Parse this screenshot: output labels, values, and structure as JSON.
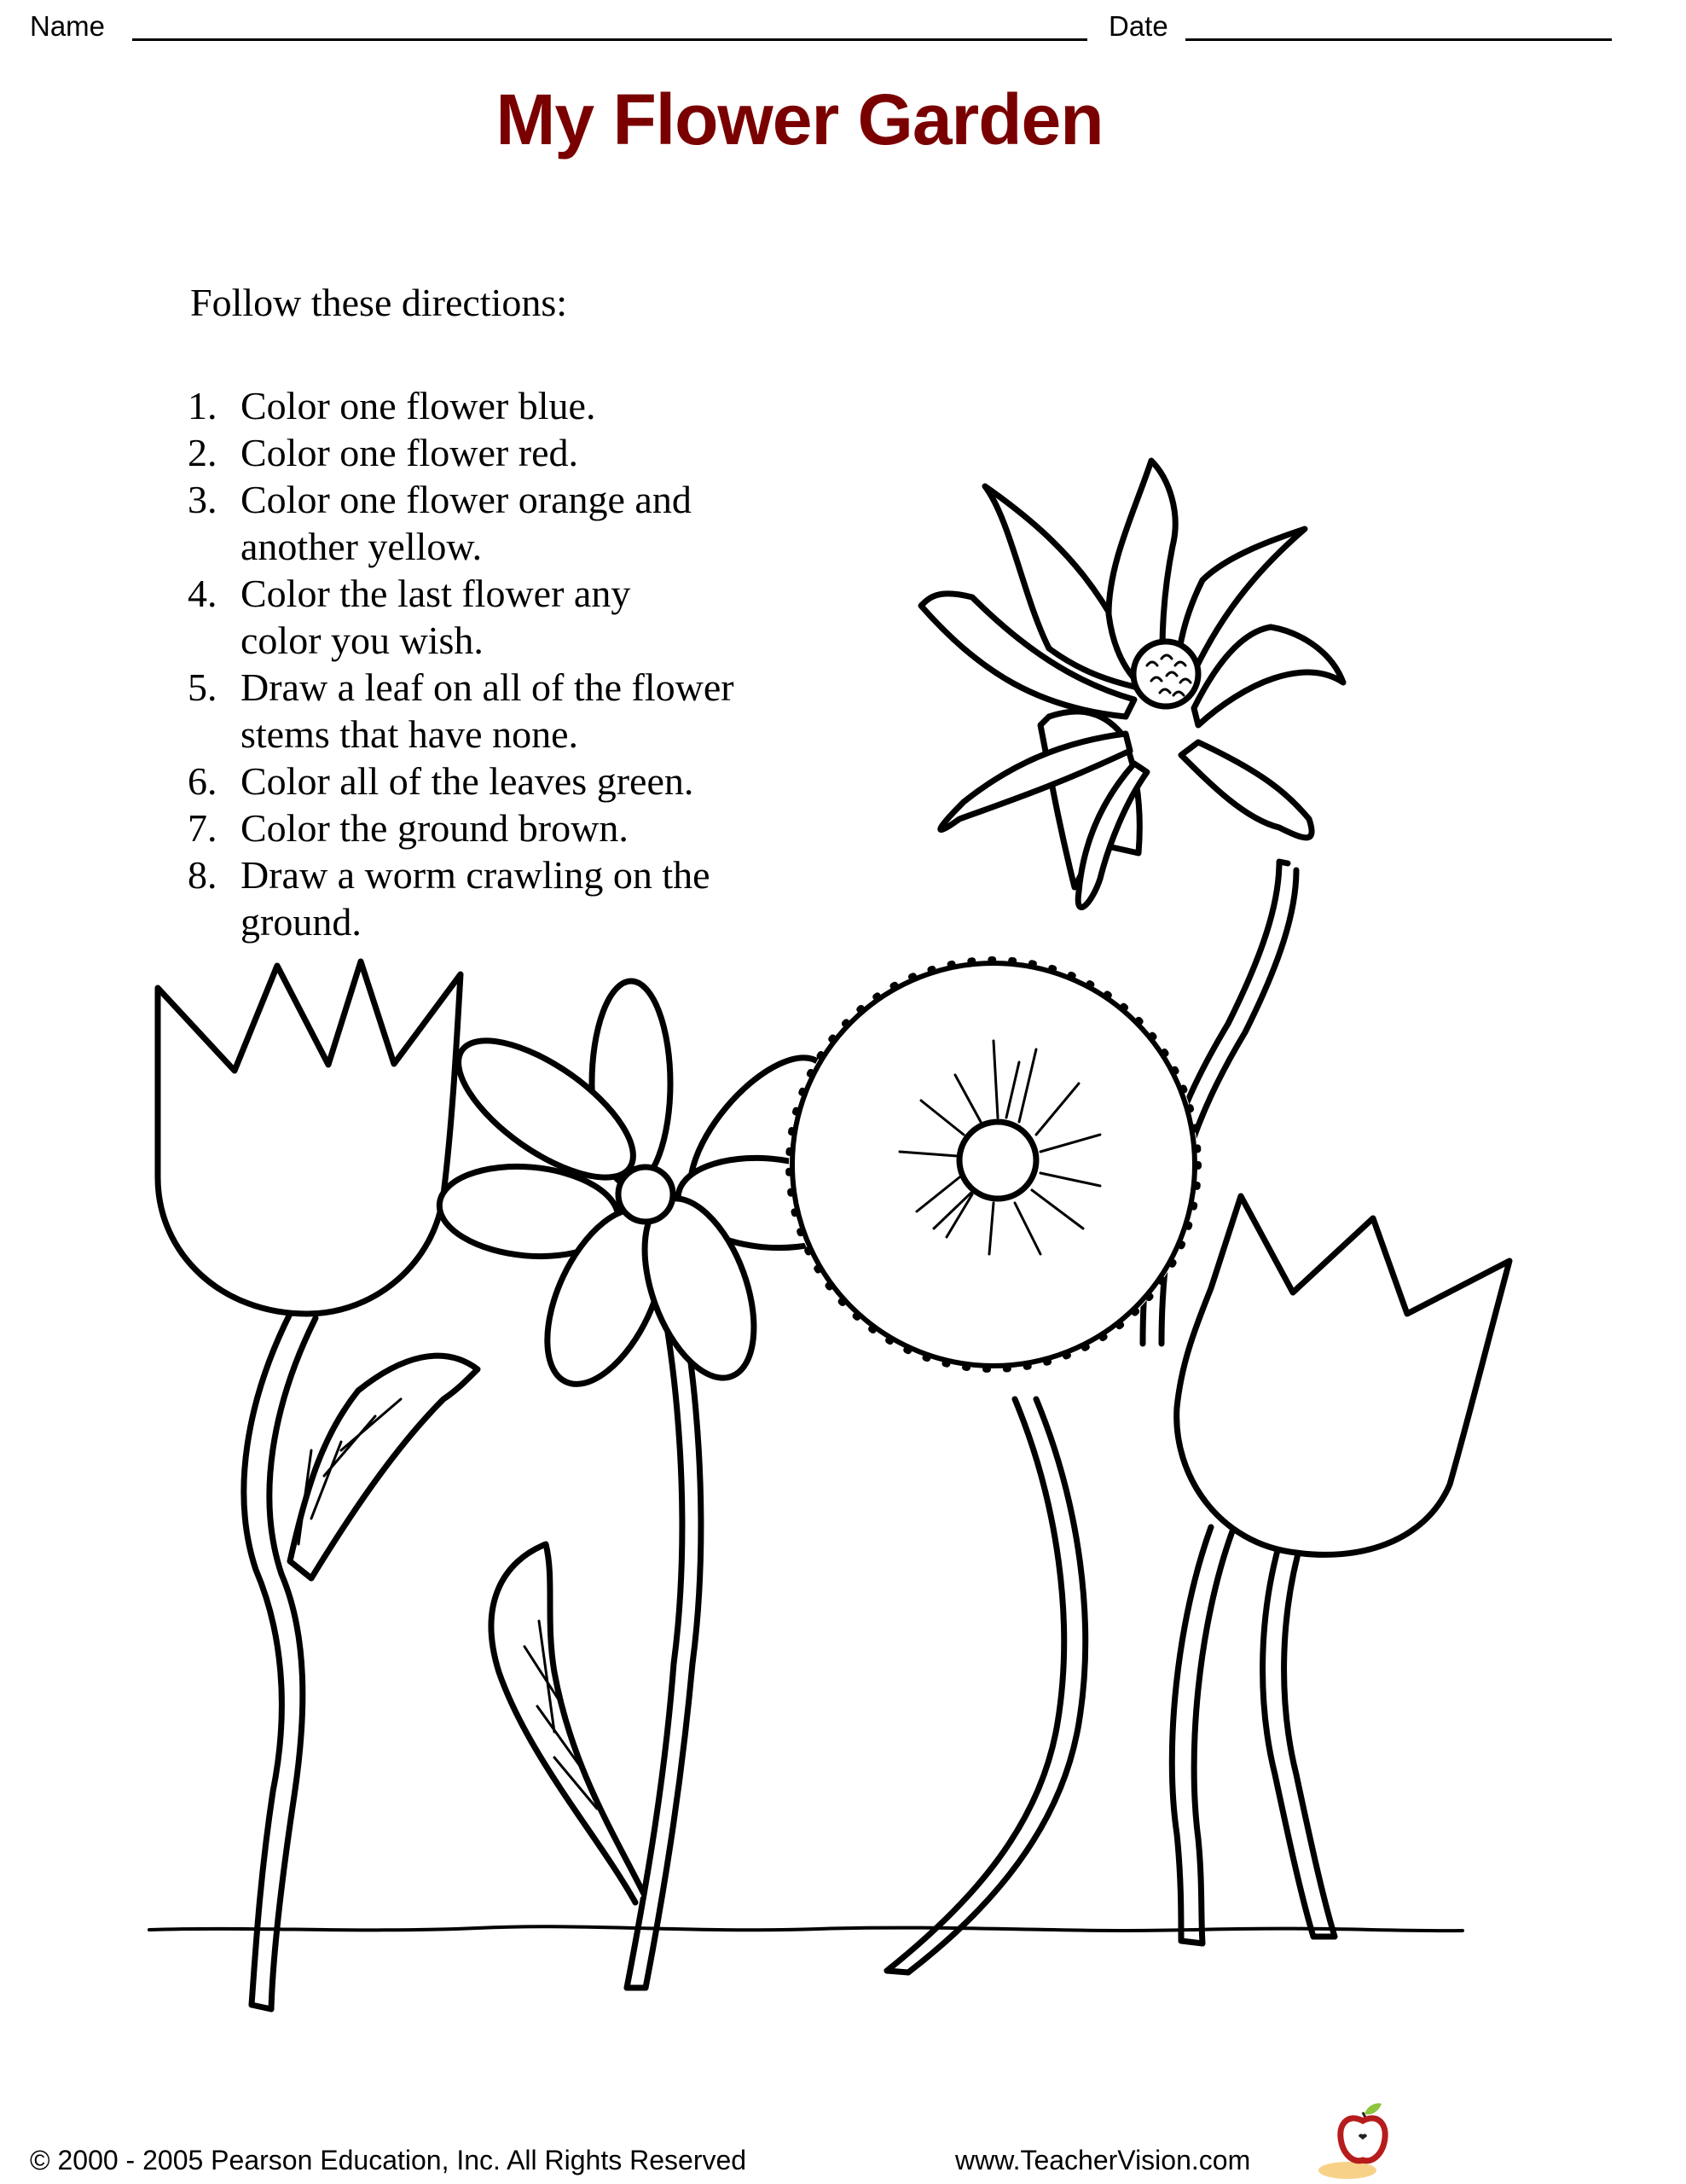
{
  "header": {
    "name_label": "Name",
    "date_label": "Date",
    "name_value": "",
    "date_value": ""
  },
  "title": "My Flower Garden",
  "title_color": "#7a0000",
  "directions": {
    "heading": "Follow these directions:",
    "items": [
      {
        "num": "1.",
        "lines": [
          "Color one flower blue."
        ]
      },
      {
        "num": "2.",
        "lines": [
          "Color one flower red."
        ]
      },
      {
        "num": "3.",
        "lines": [
          "Color one flower orange and",
          "another yellow."
        ]
      },
      {
        "num": "4.",
        "lines": [
          "Color the last flower any",
          "color you wish."
        ]
      },
      {
        "num": "5.",
        "lines": [
          "Draw a leaf on all of the flower",
          "stems that have none."
        ]
      },
      {
        "num": "6.",
        "lines": [
          "Color all of the leaves green."
        ]
      },
      {
        "num": "7.",
        "lines": [
          "Color the ground brown."
        ]
      },
      {
        "num": "8.",
        "lines": [
          "Draw a worm crawling on the",
          "ground."
        ]
      }
    ]
  },
  "illustration": {
    "flowers": [
      {
        "id": "tulip-left",
        "type": "tulip",
        "has_leaf": true
      },
      {
        "id": "daisy",
        "type": "daisy",
        "has_leaf": true
      },
      {
        "id": "round-flower",
        "type": "scalloped",
        "has_leaf": false
      },
      {
        "id": "star-flower",
        "type": "pointed-petal",
        "has_leaf": false
      },
      {
        "id": "tulip-right",
        "type": "tulip",
        "has_leaf": false
      }
    ],
    "ground": "ground-line"
  },
  "footer": {
    "copyright": "©  2000 - 2005 Pearson Education, Inc. All Rights Reserved",
    "url": "www.TeacherVision.com",
    "logo_icon": "apple-icon"
  }
}
